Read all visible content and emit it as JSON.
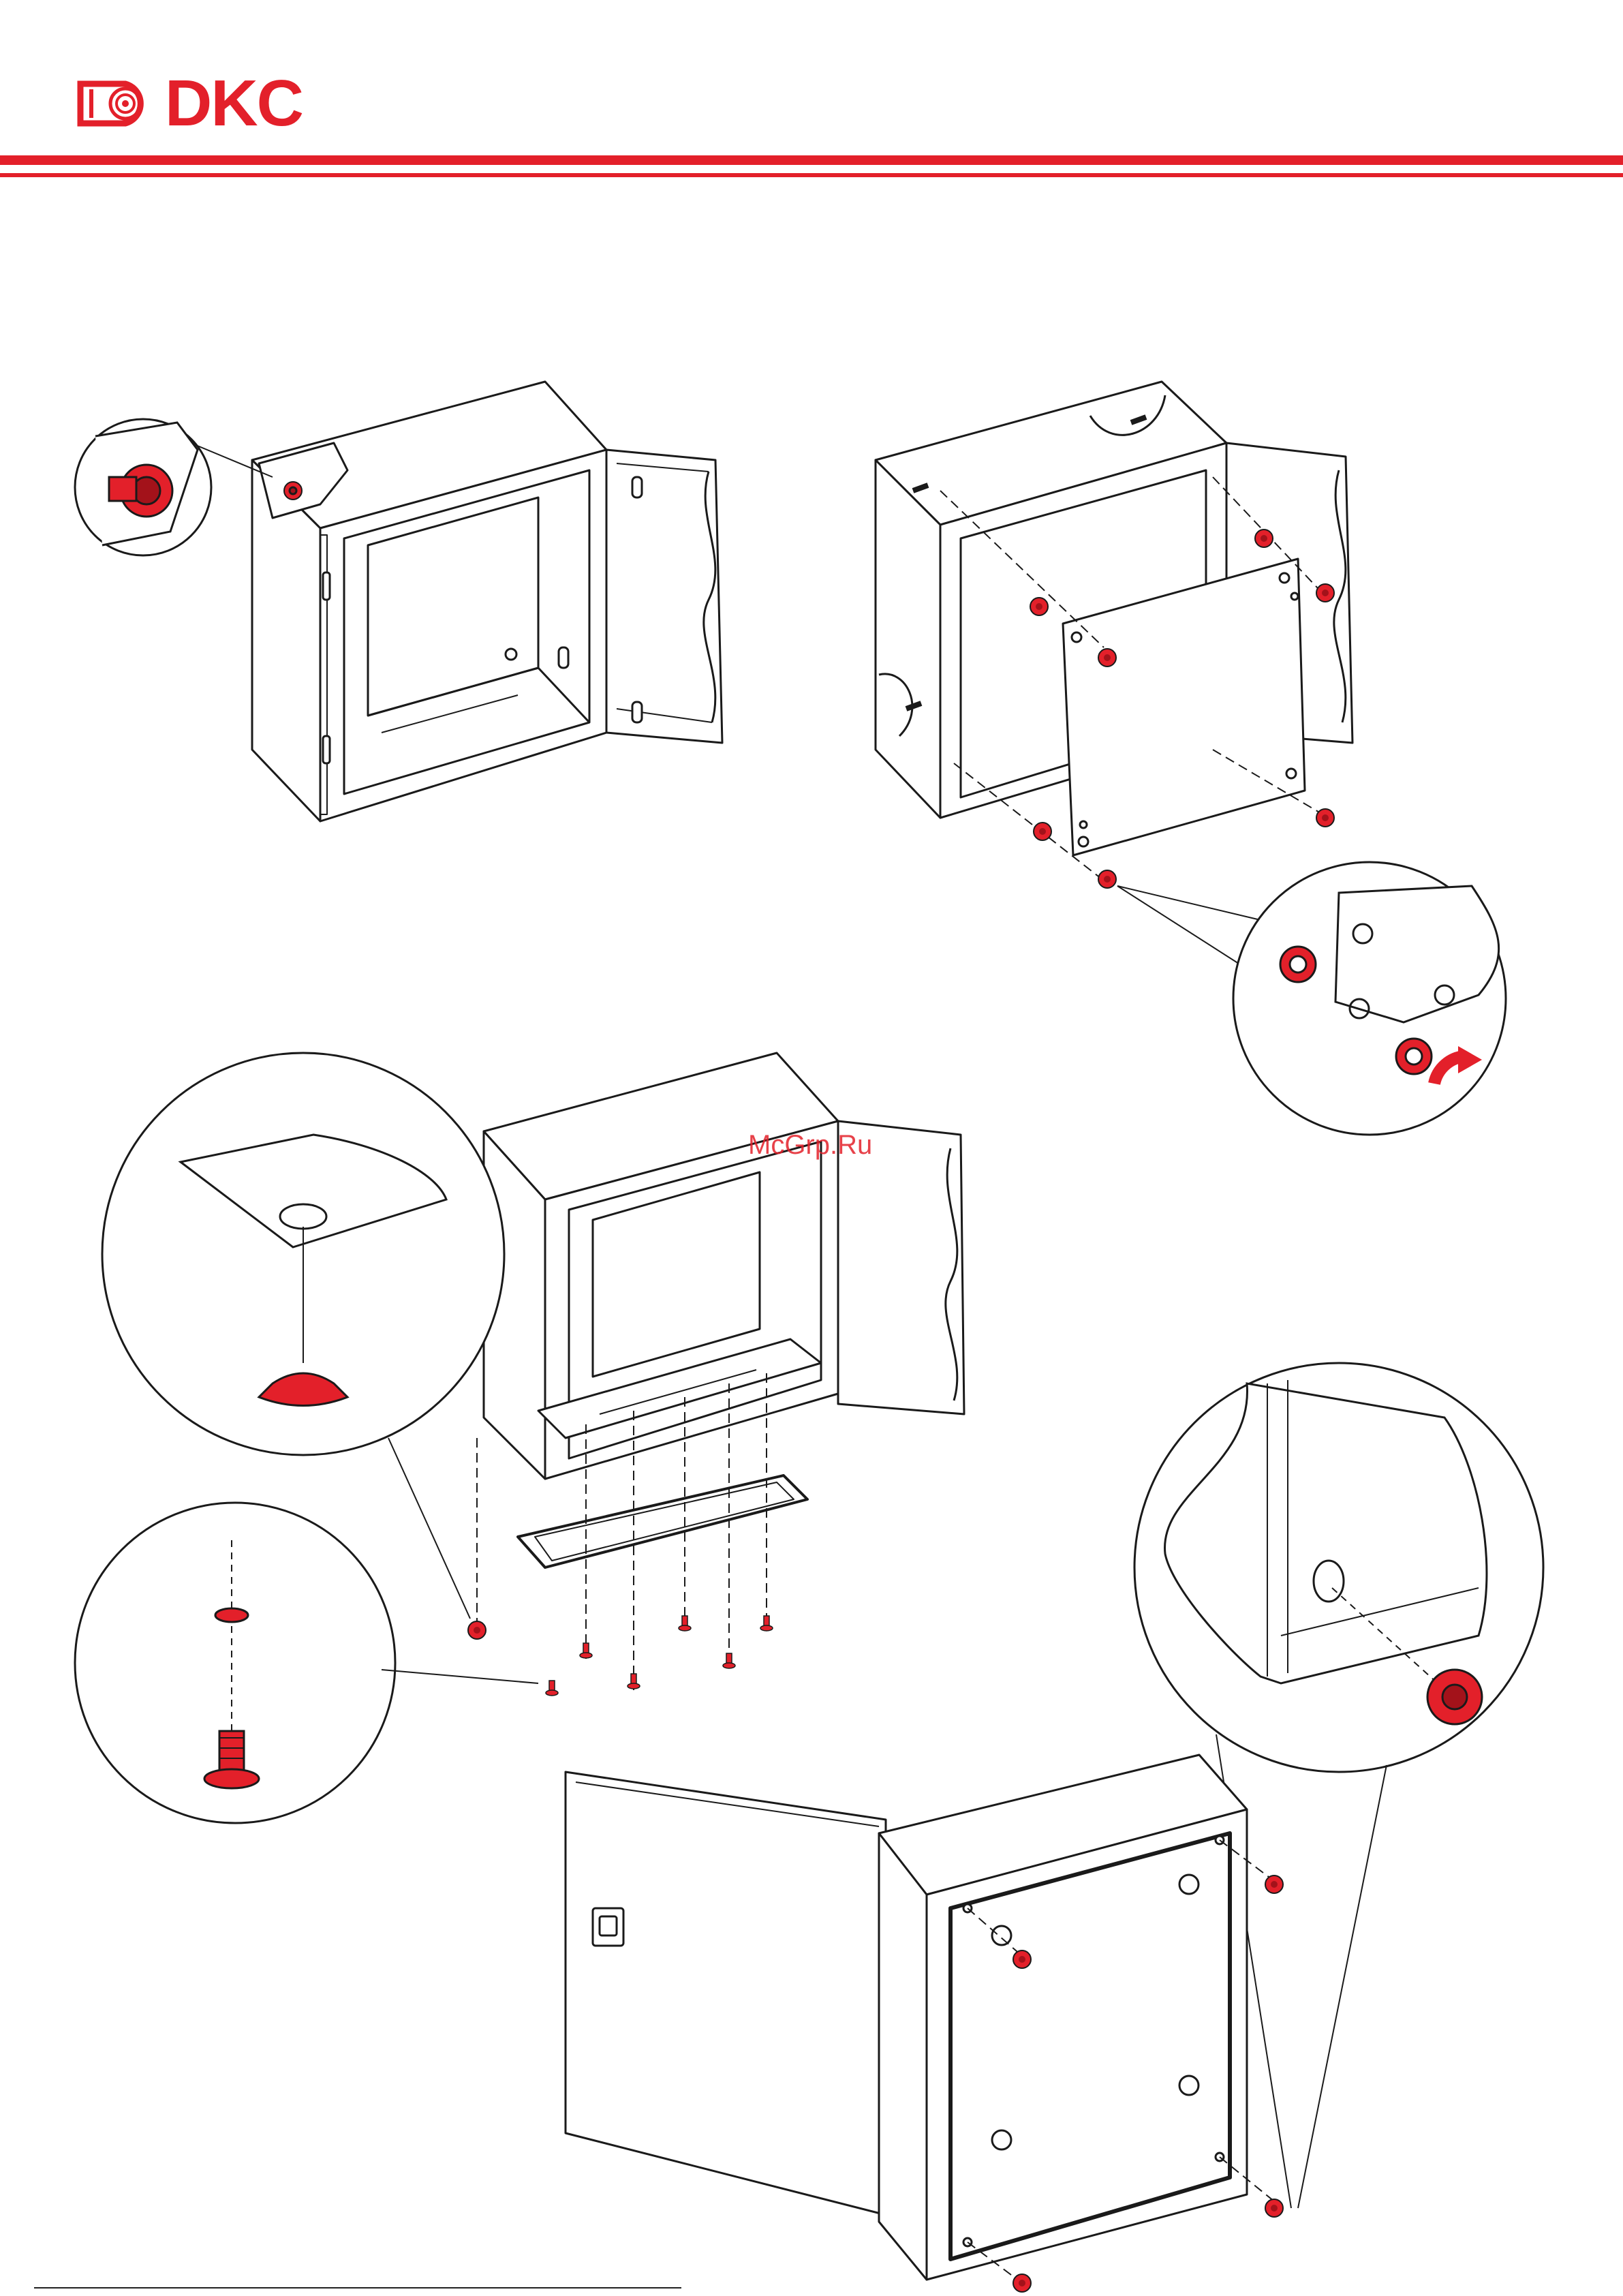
{
  "brand": {
    "name": "DKC",
    "red": "#e3202a",
    "icon": "dkc-logo-icon"
  },
  "watermark": {
    "text": "McGrp.Ru"
  },
  "colors": {
    "line": "#1a1a1a",
    "part": "#e3202a",
    "part_shadow": "#a3121a"
  },
  "figures": [
    {
      "name": "enclosure-door-open-with-nut-detail",
      "icon": "enclosure-icon"
    },
    {
      "name": "mounting-plate-installation",
      "icon": "mounting-plate-icon"
    },
    {
      "name": "gland-plate-installation",
      "icon": "gland-plate-icon"
    },
    {
      "name": "wall-mounting-brackets",
      "icon": "enclosure-rear-icon"
    }
  ]
}
